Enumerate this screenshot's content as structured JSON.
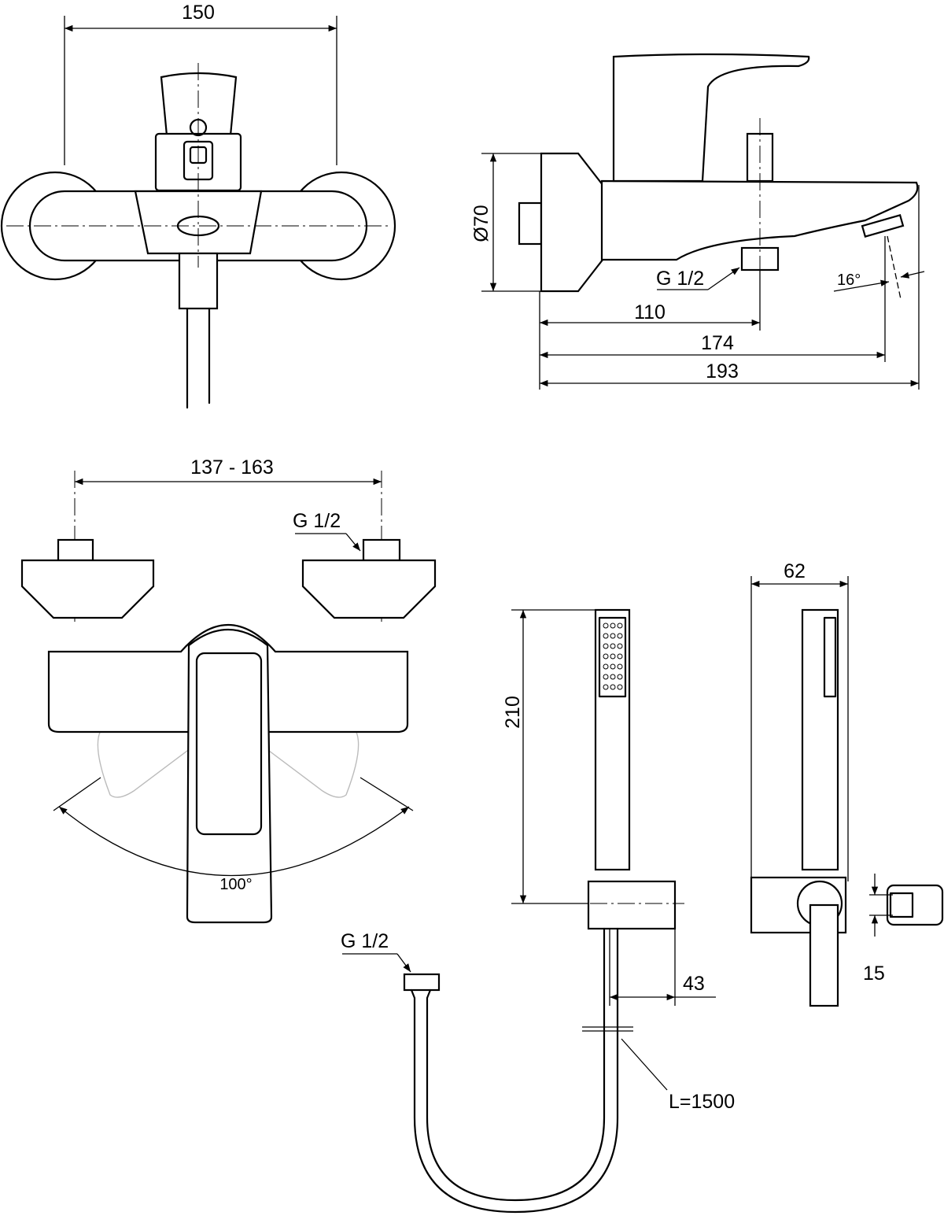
{
  "front_view": {
    "width_label": "150"
  },
  "side_view": {
    "diameter_label": "Ø70",
    "connection_label": "G 1/2",
    "angle_label": "16°",
    "dim_outlet_center": "110",
    "dim_spout": "174",
    "dim_total": "193"
  },
  "bottom_view": {
    "center_distance_label": "137 - 163",
    "connection_label": "G 1/2",
    "rotation_label": "100°"
  },
  "hand_shower": {
    "height_label": "210",
    "width_label": "62",
    "holder_label": "43",
    "holder_slot_label": "15"
  },
  "hose": {
    "connection_label": "G 1/2",
    "length_label": "L=1500"
  }
}
